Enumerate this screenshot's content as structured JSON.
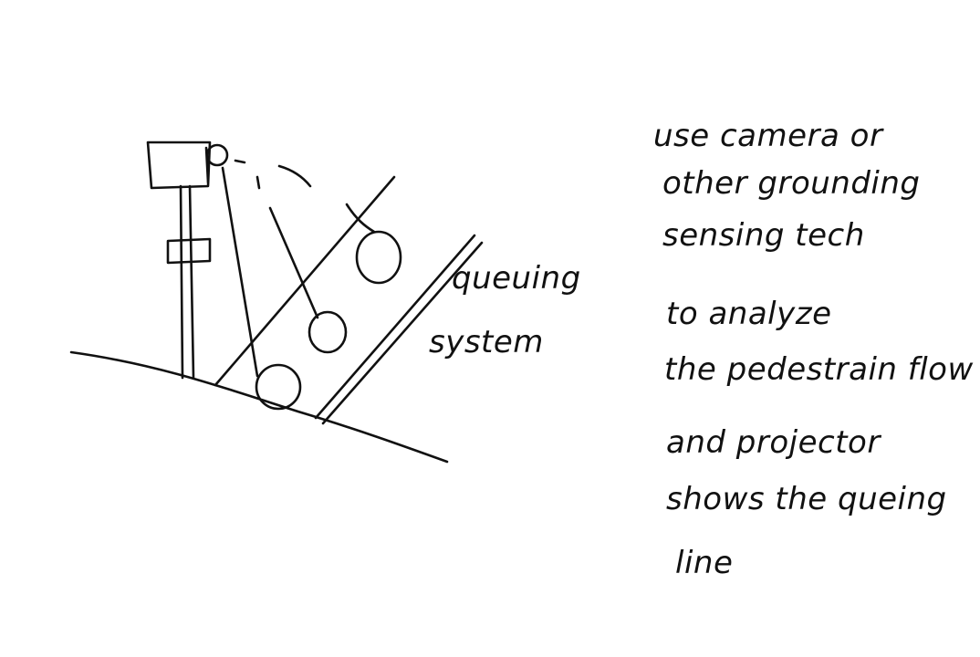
{
  "diagram": {
    "labels": {
      "queuing": "queuing",
      "system": "system"
    },
    "note": {
      "lines": [
        "use camera or",
        "other grounding",
        "sensing tech",
        "to analyze",
        "the pedestrain flow",
        "and projector",
        "shows the queing",
        "line"
      ]
    },
    "ink_color": "#111111"
  }
}
